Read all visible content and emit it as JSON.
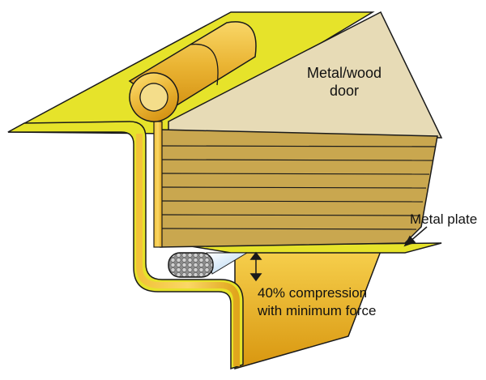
{
  "labels": {
    "door": [
      "Metal/wood",
      "door"
    ],
    "plate": "Metal plate",
    "compression": [
      "40% compression",
      "with minimum force"
    ]
  },
  "colors": {
    "outline": "#1a1a1a",
    "frame_yellow": "#e6e32a",
    "gold_light": "#f7c83a",
    "gold_dark": "#d99a10",
    "door_face": "#e7dbb6",
    "wood_plank": "#c9a74f",
    "gasket_gray": "#9a9a9a",
    "gap_blue": "#cfe6f7"
  },
  "icons": {
    "hinge": "hinge-cylinder-icon",
    "gasket": "gasket-seal-icon",
    "arrow": "leader-arrow-icon"
  }
}
